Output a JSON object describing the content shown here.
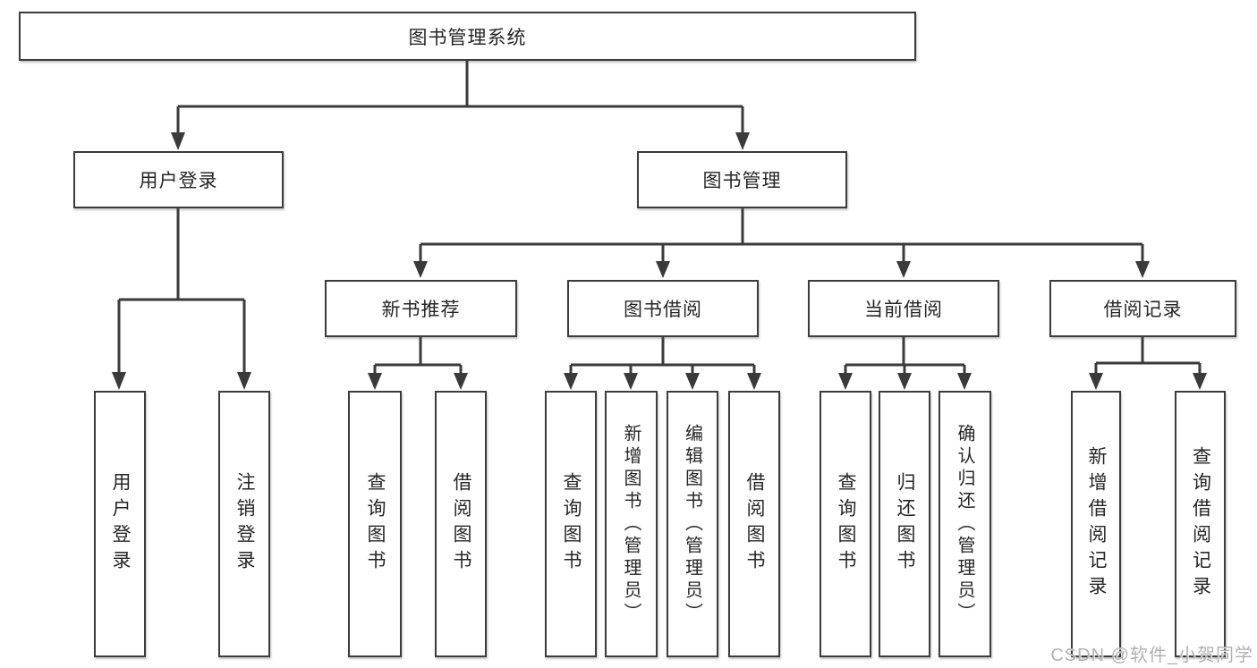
{
  "nodes": {
    "root": {
      "label": "图书管理系统"
    },
    "level2": [
      {
        "label": "用户登录"
      },
      {
        "label": "图书管理"
      }
    ],
    "level3": [
      {
        "label": "新书推荐"
      },
      {
        "label": "图书借阅"
      },
      {
        "label": "当前借阅"
      },
      {
        "label": "借阅记录"
      }
    ],
    "leaves": [
      {
        "label": "用户登录"
      },
      {
        "label": "注销登录"
      },
      {
        "label": "查询图书"
      },
      {
        "label": "借阅图书"
      },
      {
        "label": "查询图书"
      },
      {
        "label": "新增图书（管理员）"
      },
      {
        "label": "编辑图书（管理员）"
      },
      {
        "label": "借阅图书"
      },
      {
        "label": "查询图书"
      },
      {
        "label": "归还图书"
      },
      {
        "label": "确认归还（管理员）"
      },
      {
        "label": "新增借阅记录"
      },
      {
        "label": "查询借阅记录"
      }
    ]
  },
  "watermark": "CSDN @软件_小贺同学",
  "colors": {
    "line": "#3a3a3a",
    "border": "#3c3c3c",
    "text": "#262626",
    "watermark": "#b2b2b2",
    "background": "#ffffff"
  }
}
